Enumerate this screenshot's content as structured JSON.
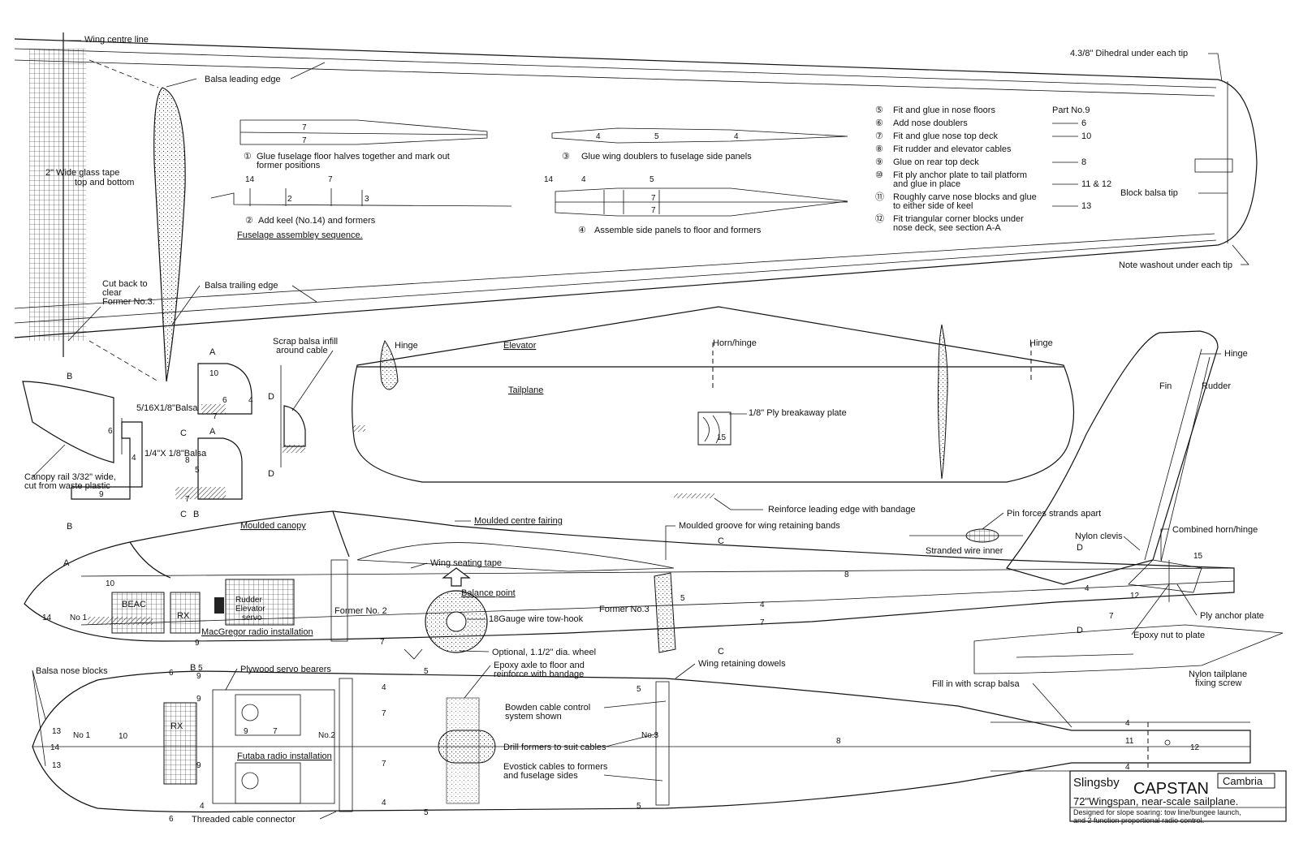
{
  "labels": {
    "wing_centre_line": "Wing centre line",
    "dihedral": "4.3/8\" Dihedral under each tip",
    "balsa_leading_edge": "Balsa leading edge",
    "glass_tape_1": "2\" Wide glass tape",
    "glass_tape_2": "top and bottom",
    "cut_back_1": "Cut back to",
    "cut_back_2": "clear",
    "cut_back_3": "Former No.3.",
    "balsa_trailing_edge": "Balsa trailing edge",
    "block_balsa_tip": "Block balsa tip",
    "washout": "Note washout under each tip",
    "step1a": "Glue fuselage floor halves together and mark out",
    "step1b": "former positions",
    "step2": "Add keel (No.14) and formers",
    "step3": "Glue wing doublers to fuselage side panels",
    "step4": "Assemble side panels to floor and formers",
    "assembly_title": "Fuselage assembley sequence.",
    "step5": "Fit and glue in nose floors",
    "step6": "Add nose doublers",
    "step7": "Fit and glue nose top deck",
    "step8": "Fit rudder and elevator cables",
    "step9": "Glue on rear top deck",
    "step10a": "Fit ply anchor plate to tail platform",
    "step10b": "and glue in place",
    "step11a": "Roughly carve nose blocks and glue",
    "step11b": "to either side of keel",
    "step12a": "Fit triangular corner blocks under",
    "step12b": "nose deck, see section A-A",
    "part_no": "Part No.9",
    "part_6": "6",
    "part_10": "10",
    "part_8": "8",
    "part_11_12": "11 & 12",
    "part_13": "13",
    "hinge_left": "Hinge",
    "elevator": "Elevator",
    "horn_hinge": "Horn/hinge",
    "hinge_right": "Hinge",
    "tailplane": "Tailplane",
    "ply_breakaway": "1/8\" Ply breakaway plate",
    "reinforce_le": "Reinforce leading edge with bandage",
    "fin": "Fin",
    "rudder": "Rudder",
    "fin_hinge": "Hinge",
    "scrap_balsa_1": "Scrap balsa infill",
    "scrap_balsa_2": "around cable",
    "balsa_5_16": "5/16X1/8\"Balsa",
    "balsa_1_4": "1/4\"X 1/8\"Balsa",
    "canopy_rail_1": "Canopy rail 3/32\" wide,",
    "canopy_rail_2": "cut from waste plastic",
    "moulded_canopy": "Moulded canopy",
    "moulded_fairing": "Moulded centre fairing",
    "moulded_groove": "Moulded groove for wing retaining bands",
    "pin_forces": "Pin forces strands apart",
    "stranded_wire": "Stranded wire inner",
    "nylon_clevis": "Nylon clevis",
    "combined_horn": "Combined horn/hinge",
    "wing_seating_tape": "Wing seating tape",
    "balance_point": "Balance point",
    "former_no2": "Former No. 2",
    "former_no3": "Former No.3",
    "tow_hook": "18Gauge wire tow-hook",
    "macgregor": "MacGregor radio installation",
    "ply_anchor": "Ply anchor plate",
    "epoxy_nut": "Epoxy nut to plate",
    "nylon_tailplane_1": "Nylon tailplane",
    "nylon_tailplane_2": "fixing screw",
    "balsa_nose_blocks": "Balsa nose blocks",
    "plywood_servo": "Plywood servo bearers",
    "optional_wheel": "Optional, 1.1/2\" dia. wheel",
    "epoxy_axle_1": "Epoxy axle to floor and",
    "epoxy_axle_2": "reinforce with bandage",
    "wing_dowels": "Wing retaining dowels",
    "fill_scrap": "Fill in with scrap balsa",
    "bowden_1": "Bowden cable control",
    "bowden_2": "system shown",
    "drill_formers": "Drill formers to suit cables",
    "futaba": "Futaba radio installation",
    "evostick_1": "Evostick cables to formers",
    "evostick_2": "and fuselage sides",
    "threaded_connector": "Threaded cable connector",
    "beac": "BEAC",
    "rx": "RX",
    "rudder_servo_1": "Rudder",
    "rudder_servo_2": "Elevator",
    "rudder_servo_3": "servo",
    "no1": "No 1",
    "no2": "No.2",
    "no3": "No.3"
  },
  "title_block": {
    "maker": "Slingsby",
    "name": "CAPSTAN",
    "brand": "Cambria",
    "subtitle": "72\"Wingspan, near-scale sailplane.",
    "line1": "Designed for slope soaring: tow line/bungee launch,",
    "line2": "and 2 function proportional radio control."
  },
  "section_marks": [
    "A",
    "B",
    "C",
    "D"
  ]
}
